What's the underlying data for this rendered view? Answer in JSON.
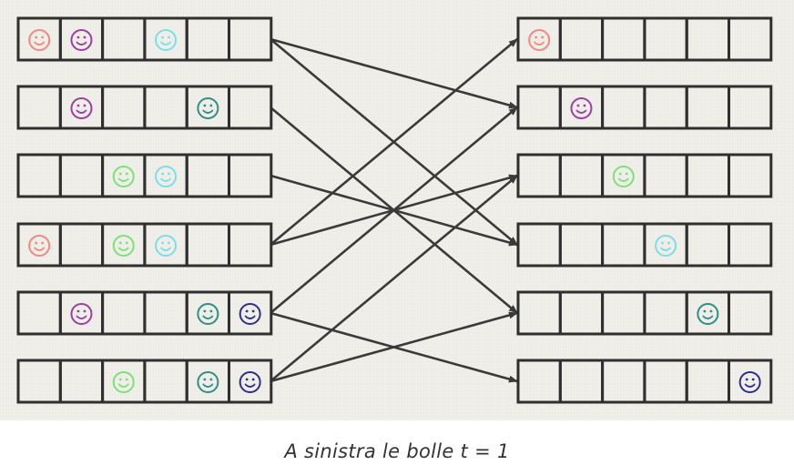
{
  "caption": "A sinistra le bolle t = 1",
  "colors": {
    "background": "#f1efea",
    "cell_border": "#2f2f2f",
    "arrow": "#3a3a3a",
    "salmon": "#f08a80",
    "purple": "#9b3fa0",
    "green": "#7ee07a",
    "cyan": "#7fdce6",
    "teal": "#2d8f86",
    "navy": "#2c2f8a"
  },
  "left_rows": [
    [
      "salmon",
      "purple",
      null,
      "cyan",
      null,
      null
    ],
    [
      null,
      "purple",
      null,
      null,
      "teal",
      null
    ],
    [
      null,
      null,
      "green",
      "cyan",
      null,
      null
    ],
    [
      "salmon",
      null,
      "green",
      "cyan",
      null,
      null
    ],
    [
      null,
      "purple",
      null,
      null,
      "teal",
      "navy"
    ],
    [
      null,
      null,
      "green",
      null,
      "teal",
      "navy"
    ]
  ],
  "right_rows": [
    [
      "salmon",
      null,
      null,
      null,
      null,
      null
    ],
    [
      null,
      "purple",
      null,
      null,
      null,
      null
    ],
    [
      null,
      null,
      "green",
      null,
      null,
      null
    ],
    [
      null,
      null,
      null,
      "cyan",
      null,
      null
    ],
    [
      null,
      null,
      null,
      null,
      "teal",
      null
    ],
    [
      null,
      null,
      null,
      null,
      null,
      "navy"
    ]
  ],
  "arrows": [
    {
      "from": 0,
      "to": 1
    },
    {
      "from": 0,
      "to": 3
    },
    {
      "from": 1,
      "to": 4
    },
    {
      "from": 2,
      "to": 3
    },
    {
      "from": 3,
      "to": 0
    },
    {
      "from": 3,
      "to": 2
    },
    {
      "from": 4,
      "to": 1
    },
    {
      "from": 4,
      "to": 5
    },
    {
      "from": 5,
      "to": 2
    },
    {
      "from": 5,
      "to": 4
    }
  ]
}
